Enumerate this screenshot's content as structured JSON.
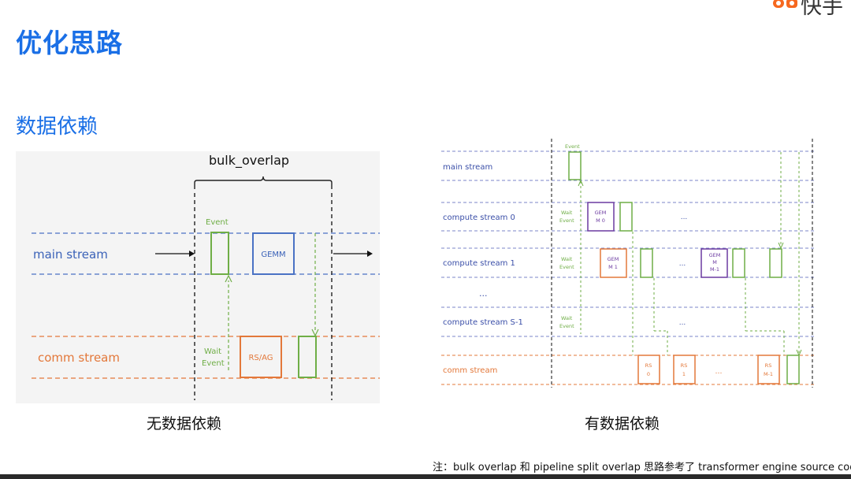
{
  "logo": {
    "text": "快手"
  },
  "page_title": "优化思路",
  "section_title": "数据依赖",
  "left_diagram": {
    "caption": "无数据依赖",
    "bulk_label": "bulk_overlap",
    "main_stream": "main stream",
    "comm_stream": "comm stream",
    "event": "Event",
    "wait": "Wait",
    "wait_event": "Event",
    "gemm": "GEMM",
    "rs_ag": "RS/AG"
  },
  "right_diagram": {
    "caption": "有数据依赖",
    "event": "Event",
    "main_stream": "main stream",
    "compute_stream_0": "compute stream 0",
    "compute_stream_1": "compute stream 1",
    "dots": "...",
    "compute_stream_s1": "compute stream S-1",
    "comm_stream": "comm stream",
    "wait": "Wait",
    "wait_event": "Event",
    "gemm0": [
      "GEM",
      "M 0"
    ],
    "gemm1": [
      "GEM",
      "M 1"
    ],
    "gemmM": [
      "GEM",
      "M",
      "M-1"
    ],
    "rs0": [
      "RS",
      "0"
    ],
    "rs1": [
      "RS",
      "1"
    ],
    "rsM": [
      "RS",
      "M-1"
    ],
    "ellipsis": "…"
  },
  "footnote": "注：bulk overlap 和 pipeline split overlap 思路参考了 transformer engine source code",
  "colors": {
    "title": "#1a6fe6",
    "blue": "#4a72c4",
    "green": "#6fae46",
    "orange": "#e3783a",
    "purple": "#6b3aa0"
  }
}
